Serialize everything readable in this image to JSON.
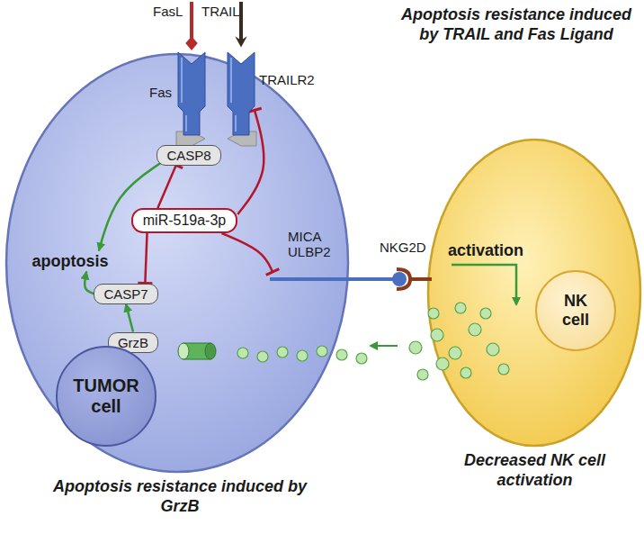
{
  "diagram": {
    "nodes": [
      {
        "text": [
          "Fas"
        ]
      },
      {
        "text": [
          "TRAILR2"
        ]
      },
      {
        "text": [
          "CASP8"
        ]
      },
      {
        "text": [
          "miR-519a-3p"
        ]
      },
      {
        "text": [
          "apoptosis"
        ]
      },
      {
        "text": [
          "CASP7"
        ]
      },
      {
        "text": [
          "GrzB"
        ]
      },
      {
        "text": [
          "TUMOR cell"
        ]
      },
      {
        "text": [
          "MICA ULBP2"
        ]
      },
      {
        "text": [
          "NKG2D"
        ]
      },
      {
        "text": [
          "NK cell"
        ]
      }
    ],
    "edges": [
      {
        "from": 2,
        "to": 4,
        "arrow": "to"
      },
      {
        "from": 3,
        "to": 2,
        "arrow": "to"
      },
      {
        "from": 3,
        "to": 1,
        "arrow": "to"
      },
      {
        "from": 3,
        "to": 5,
        "arrow": "to"
      },
      {
        "from": 3,
        "to": 8,
        "arrow": "to"
      },
      {
        "from": 5,
        "to": 4,
        "arrow": "to"
      },
      {
        "from": 6,
        "to": 5,
        "arrow": "to"
      }
    ],
    "labels": [
      "FasL",
      "TRAIL",
      "Apoptosis resistance induced by TRAIL and Fas Ligand",
      "activation",
      "Apoptosis resistance induced by GrzB",
      "Decreased NK cell activation"
    ]
  }
}
